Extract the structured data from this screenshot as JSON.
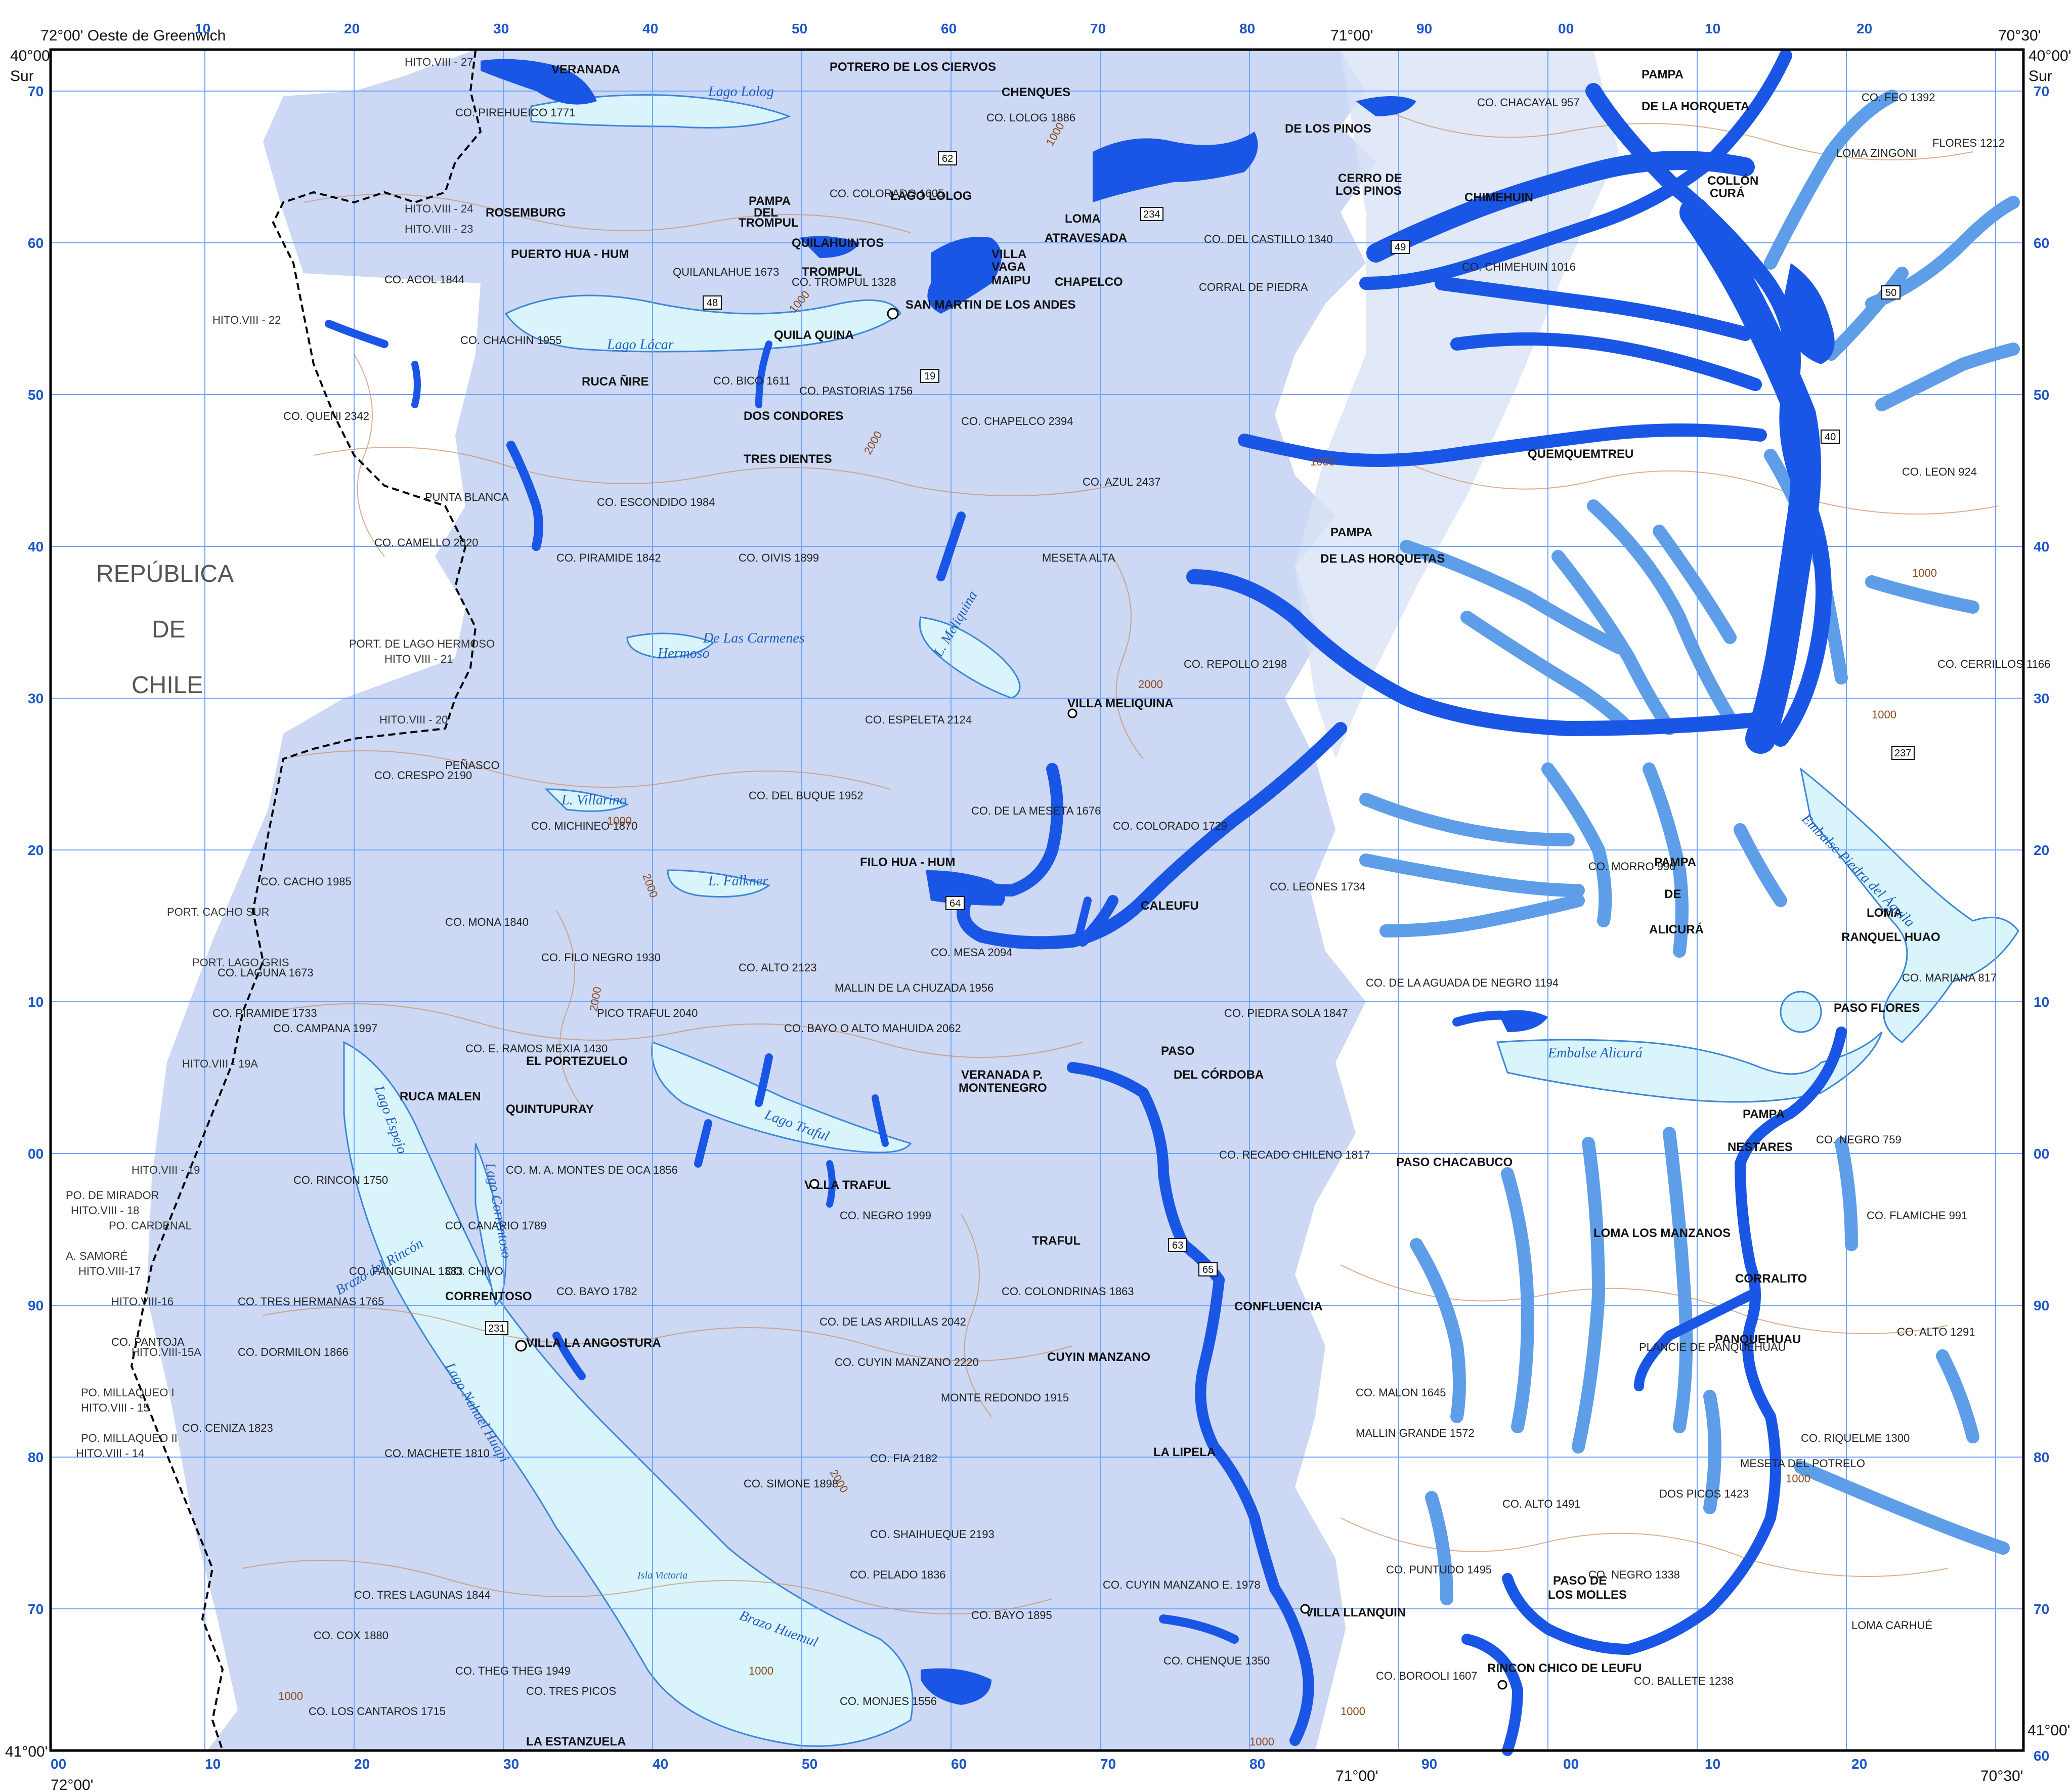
{
  "frame": {
    "corners": {
      "top_left_lon": "72°00' Oeste de Greenwich",
      "top_left_lat": "40°00'",
      "top_left_lat_suffix": "Sur",
      "top_right_lon": "70°30'",
      "top_right_lat": "40°00'",
      "top_right_lat_suffix": "Sur",
      "bottom_left_lat": "41°00'",
      "bottom_left_lon": "72°00'",
      "bottom_right_lat": "41°00'",
      "bottom_right_lon": "70°30'",
      "mid_lon_top": "71°00'",
      "mid_lon_bottom": "71°00'"
    },
    "grid_top": [
      "10",
      "20",
      "30",
      "40",
      "50",
      "60",
      "70",
      "80",
      "90",
      "00",
      "10",
      "20"
    ],
    "grid_bottom": [
      "00",
      "10",
      "20",
      "30",
      "40",
      "50",
      "60",
      "70",
      "80",
      "90",
      "00",
      "10",
      "20"
    ],
    "grid_side": [
      "70",
      "60",
      "50",
      "40",
      "30",
      "20",
      "10",
      "00",
      "90",
      "80",
      "70",
      "60"
    ]
  },
  "country": {
    "line1": "REPÚBLICA",
    "line2": "DE",
    "line3": "CHILE"
  },
  "hitos": [
    "HITO.VIII - 27",
    "HITO.VIII - 24",
    "HITO.VIII - 23",
    "HITO.VIII - 22",
    "PORT. DE LAGO HERMOSO",
    "HITO VIII - 21",
    "HITO.VIII - 20",
    "PORT. CACHO SUR",
    "PORT. LAGO GRIS",
    "HITO.VIII - 19A",
    "HITO.VIII - 19",
    "PO. DE MIRADOR",
    "HITO.VIII - 18",
    "PO. CARDENAL",
    "A. SAMORÉ",
    "HITO.VIII-17",
    "HITO.VIII-16",
    "HITO.VIII-15A",
    "PO. MILLAQUEO I",
    "HITO.VIII - 15",
    "PO. MILLAQUEO II",
    "HITO.VIII - 14"
  ],
  "places": [
    "VERANADA",
    "POTRERO DE LOS CIERVOS",
    "CHENQUES",
    "DE LOS PINOS",
    "PAMPA",
    "DE LA HORQUETA",
    "CERRO DE",
    "LOS PINOS",
    "CHIMEHUIN",
    "COLLÓN",
    "CURÁ",
    "ROSEMBURG",
    "PAMPA",
    "DEL",
    "TROMPUL",
    "LAGO LOLOG",
    "LOMA",
    "ATRAVESADA",
    "PUERTO HUA - HUM",
    "QUILAHUINTOS",
    "TROMPUL",
    "VILLA",
    "VAGA",
    "MAIPU",
    "CHAPELCO",
    "SAN MARTIN DE LOS ANDES",
    "QUILA QUINA",
    "RUCA ÑIRE",
    "DOS CONDORES",
    "TRES DIENTES",
    "QUEMQUEMTREU",
    "PAMPA",
    "DE LAS HORQUETAS",
    "VILLA MELIQUINA",
    "FILO HUA - HUM",
    "CALEUFU",
    "PAMPA",
    "DE",
    "ALICURÁ",
    "LOMA",
    "RANQUEL HUAO",
    "PASO FLORES",
    "EL PORTEZUELO",
    "QUINTUPURAY",
    "RUCA MALEN",
    "VERANADA P.",
    "MONTENEGRO",
    "PASO",
    "DEL CÓRDOBA",
    "PASO CHACABUCO",
    "PAMPA",
    "NESTARES",
    "VILLA TRAFUL",
    "TRAFUL",
    "CORRENTOSO",
    "VILLA LA ANGOSTURA",
    "CONFLUENCIA",
    "CUYIN MANZANO",
    "LOMA LOS MANZANOS",
    "CORRALITO",
    "PANQUEHUAU",
    "LA LIPELA",
    "VILLA LLANQUIN",
    "PASO DE",
    "LOS MOLLES",
    "RINCON CHICO DE LEUFU",
    "LA ESTANZUELA"
  ],
  "peaks": [
    "CO. PIREHUEICO 1771",
    "CO. LOLOG 1886",
    "CO. CHACAYAL 957",
    "CO. FEO 1392",
    "LOMA ZINGONI",
    "FLORES 1212",
    "CO. COLORADO 1605",
    "CO. ACOL 1844",
    "QUILANLAHUE 1673",
    "CO. TROMPUL 1328",
    "CO. DEL CASTILLO 1340",
    "CORRAL DE PIEDRA",
    "CO. CHIMEHUIN 1016",
    "CO. CHACHIN 1955",
    "CO. BICO 1611",
    "CO. PASTORIAS 1756",
    "CO. QUENI 2342",
    "CO. CHAPELCO 2394",
    "CO. AZUL 2437",
    "PUNTA BLANCA",
    "CO. ESCONDIDO 1984",
    "CO. CAMELLO 2020",
    "CO. PIRAMIDE 1842",
    "CO. OIVIS 1899",
    "MESETA ALTA",
    "CO. REPOLLO 2198",
    "CO. LEON 924",
    "CO. CERRILLOS 1166",
    "CO. ESPELETA 2124",
    "CO. CRESPO 2190",
    "PEÑASCO",
    "CO. DEL BUQUE 1952",
    "CO. DE LA MESETA 1676",
    "CO. COLORADO 1729",
    "CO. MICHINEO 1870",
    "CO. CACHO 1985",
    "CO. MORRO 996",
    "CO. LEONES 1734",
    "CO. MONA 1840",
    "CO. FILO NEGRO 1930",
    "CO. ALTO 2123",
    "CO. MESA 2094",
    "MALLIN DE LA CHUZADA 1956",
    "CO. LAGUNA 1673",
    "CO. PIRAMIDE 1733",
    "PICO TRAFUL 2040",
    "CO. BAYO O ALTO MAHUIDA 2062",
    "CO. DE LA AGUADA DE NEGRO 1194",
    "CO. PIEDRA SOLA 1847",
    "CO. MARIANA 817",
    "CO. CAMPANA 1997",
    "CO. E. RAMOS MEXIA 1430",
    "CO. RECADO CHILENO 1817",
    "CO. NEGRO 759",
    "CO. M. A. MONTES DE OCA 1856",
    "CO. RINCON 1750",
    "CO. CANARIO 1789",
    "CO. CHIVO",
    "CO. NEGRO 1999",
    "CO. FLAMICHE 991",
    "CO. TRES HERMANAS 1765",
    "CO. PANGUINAL 1383",
    "CO. BAYO 1782",
    "CO. COLONDRINAS 1863",
    "CO. ALTO 1291",
    "CO. DE LAS ARDILLAS 2042",
    "CO. PANTOJA",
    "CO. DORMILON 1866",
    "CO. CUYIN MANZANO 2220",
    "MONTE REDONDO 1915",
    "CO. MALON 1645",
    "MALLIN GRANDE 1572",
    "CO. RIQUELME 1300",
    "PLANCIE DE PANQUEHUAU",
    "CO. CENIZA 1823",
    "CO. MACHETE 1810",
    "CO. SIMONE 1898",
    "CO. FIA 2182",
    "CO. ALTO 1491",
    "DOS PICOS 1423",
    "MESETA DEL POTRELO",
    "CO. SHAIHUEQUE 2193",
    "CO. PELADO 1836",
    "CO. PUNTUDO 1495",
    "CO. NEGRO 1338",
    "CO. CUYIN MANZANO E. 1978",
    "CO. TRES LAGUNAS 1844",
    "CO. COX 1880",
    "CO. BAYO 1895",
    "CO. CHENQUE 1350",
    "LOMA CARHUÉ",
    "CO. THEG THEG 1949",
    "CO. TRES PICOS",
    "CO. MONJES 1556",
    "CO. BOROOLI 1607",
    "CO. BALLETE 1238",
    "CO. LOS CANTAROS 1715"
  ],
  "waters": [
    "Lago Lolog",
    "Lago Lácar",
    "L. Meliquina",
    "De Las Carmenes",
    "Hermoso",
    "L. Villarino",
    "L. Falkner",
    "Lago Traful",
    "Lago Espejo",
    "Lago Correntoso",
    "Lago Nahuel Huapi",
    "Brazo del Rincón",
    "Brazo Huemul",
    "Embalse Alicurá",
    "Embalse Piedra del Águila",
    "Isla Victoria"
  ],
  "routes": [
    "62",
    "234",
    "48",
    "19",
    "49",
    "50",
    "40",
    "237",
    "64",
    "63",
    "65",
    "231"
  ],
  "contour_labels": [
    "1000",
    "2000"
  ],
  "colors": {
    "mountain": "#ccd8f4",
    "plain": "#ffffff",
    "lake": "#d9f4fb",
    "river_main": "#1a56e6",
    "river_secondary": "#5e9ee9",
    "grid": "#6fa3ff",
    "contour": "#c98d63",
    "border": "#000000"
  }
}
